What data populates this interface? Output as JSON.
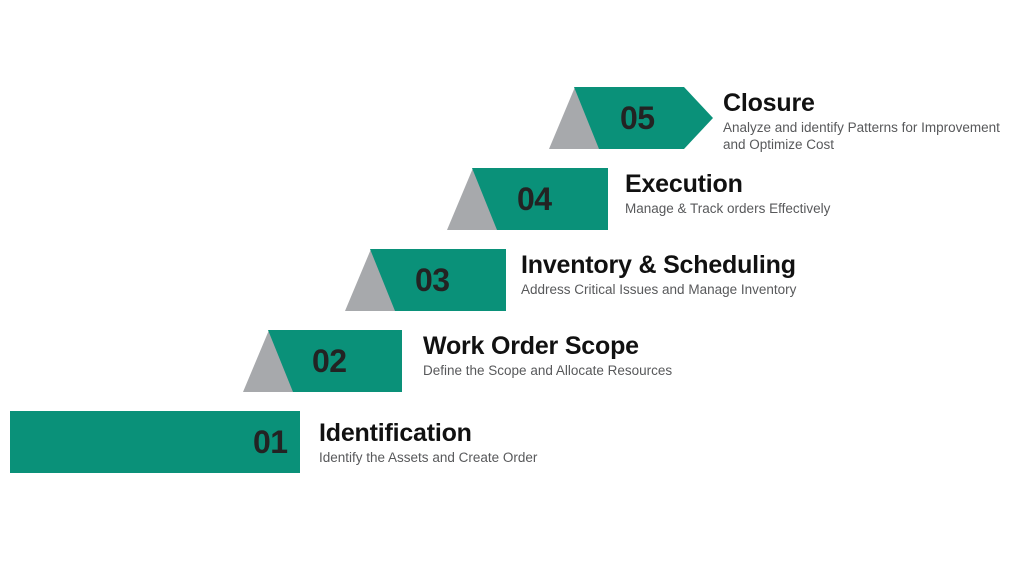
{
  "diagram": {
    "type": "staircase-process-infographic",
    "background_color": "#ffffff",
    "accent_color": "#0a9179",
    "shadow_color": "#a7a9ac",
    "number_color": "#232323",
    "title_color": "#111111",
    "description_color": "#58595b",
    "steps": [
      {
        "number": "01",
        "title": "Identification",
        "description": "Identify the Assets and Create Order"
      },
      {
        "number": "02",
        "title": "Work Order Scope",
        "description": "Define the Scope and Allocate Resources"
      },
      {
        "number": "03",
        "title": "Inventory & Scheduling",
        "description": "Address Critical Issues and Manage Inventory"
      },
      {
        "number": "04",
        "title": "Execution",
        "description": "Manage & Track orders Effectively"
      },
      {
        "number": "05",
        "title": "Closure",
        "description": "Analyze and identify Patterns for Improvement\nand Optimize Cost"
      }
    ]
  }
}
